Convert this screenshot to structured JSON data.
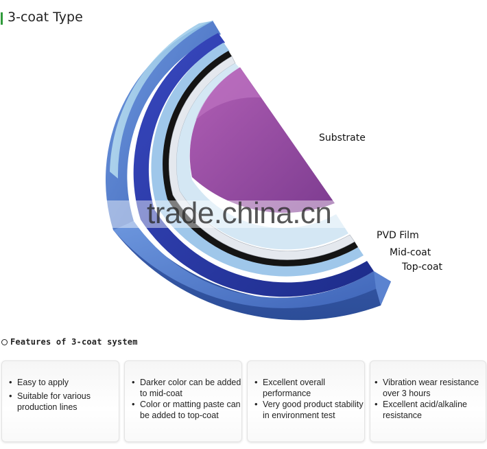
{
  "header": {
    "title": "3-coat Type"
  },
  "diagram": {
    "labels": {
      "substrate": "Substrate",
      "pvd_film": "PVD Film",
      "mid_coat": "Mid-coat",
      "top_coat": "Top-coat"
    },
    "watermark": "trade.china.cn",
    "colors": {
      "substrate": "#9a4fa3",
      "pvd_film": "#d9dde3",
      "mid_coat": "#2d3fa8",
      "top_coat": "#4f77c9",
      "outer_light": "#a8d3ea"
    }
  },
  "features": {
    "title": "Features of 3-coat system",
    "cards": [
      {
        "items": [
          "Easy to apply",
          "Suitable for various production lines"
        ]
      },
      {
        "items": [
          "Darker color can be added to mid-coat",
          "Color or matting paste can be added to top-coat"
        ]
      },
      {
        "items": [
          "Excellent overall performance",
          "Very good product stability in environment test"
        ]
      },
      {
        "items": [
          "Vibration wear resistance over 3 hours",
          "Excellent acid/alkaline resistance"
        ]
      }
    ]
  }
}
